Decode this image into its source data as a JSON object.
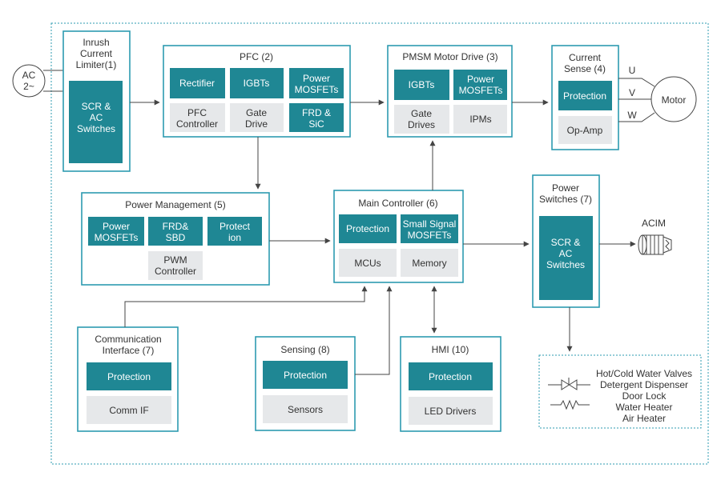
{
  "ac_source": {
    "line1": "AC",
    "line2": "2~"
  },
  "inrush": {
    "title": [
      "Inrush",
      "Current",
      "Limiter(1)"
    ],
    "switch": [
      "SCR &",
      "AC",
      "Switches"
    ]
  },
  "pfc": {
    "title": "PFC (2)",
    "rectifier": "Rectifier",
    "igbts": "IGBTs",
    "power_mosfets": [
      "Power",
      "MOSFETs"
    ],
    "controller": [
      "PFC",
      "Controller"
    ],
    "gate_drive": [
      "Gate",
      "Drive"
    ],
    "frd_sic": [
      "FRD &",
      "SiC"
    ]
  },
  "pmsm": {
    "title": "PMSM Motor Drive (3)",
    "igbts": "IGBTs",
    "power_mosfets": [
      "Power",
      "MOSFETs"
    ],
    "gate_drives": [
      "Gate",
      "Drives"
    ],
    "ipms": "IPMs"
  },
  "current_sense": {
    "title": [
      "Current",
      "Sense (4)"
    ],
    "protection": "Protection",
    "op_amp": "Op-Amp"
  },
  "phases": {
    "u": "U",
    "v": "V",
    "w": "W"
  },
  "motor": "Motor",
  "power_mgmt": {
    "title": "Power Management (5)",
    "power_mosfets": [
      "Power",
      "MOSFETs"
    ],
    "frd_sbd": [
      "FRD&",
      "SBD"
    ],
    "protection": [
      "Protect",
      "ion"
    ],
    "pwm": [
      "PWM",
      "Controller"
    ]
  },
  "main_ctrl": {
    "title": "Main Controller (6)",
    "protection": "Protection",
    "small_signal": [
      "Small Signal",
      "MOSFETs"
    ],
    "mcus": "MCUs",
    "memory": "Memory"
  },
  "power_switches": {
    "title": [
      "Power",
      "Switches (7)"
    ],
    "switch": [
      "SCR &",
      "AC",
      "Switches"
    ]
  },
  "acim": "ACIM",
  "comm": {
    "title": [
      "Communication",
      "Interface (7)"
    ],
    "protection": "Protection",
    "comm_if": "Comm IF"
  },
  "sensing": {
    "title": "Sensing (8)",
    "protection": "Protection",
    "sensors": "Sensors"
  },
  "hmi": {
    "title": "HMI (10)",
    "protection": "Protection",
    "led": "LED Drivers"
  },
  "loads": [
    "Hot/Cold Water Valves",
    "Detergent Dispenser",
    "Door Lock",
    "Water Heater",
    "Air Heater"
  ],
  "colors": {
    "teal_block": "#1f8794",
    "border": "#2d9bb0",
    "grey_block": "#e6e8ea"
  }
}
